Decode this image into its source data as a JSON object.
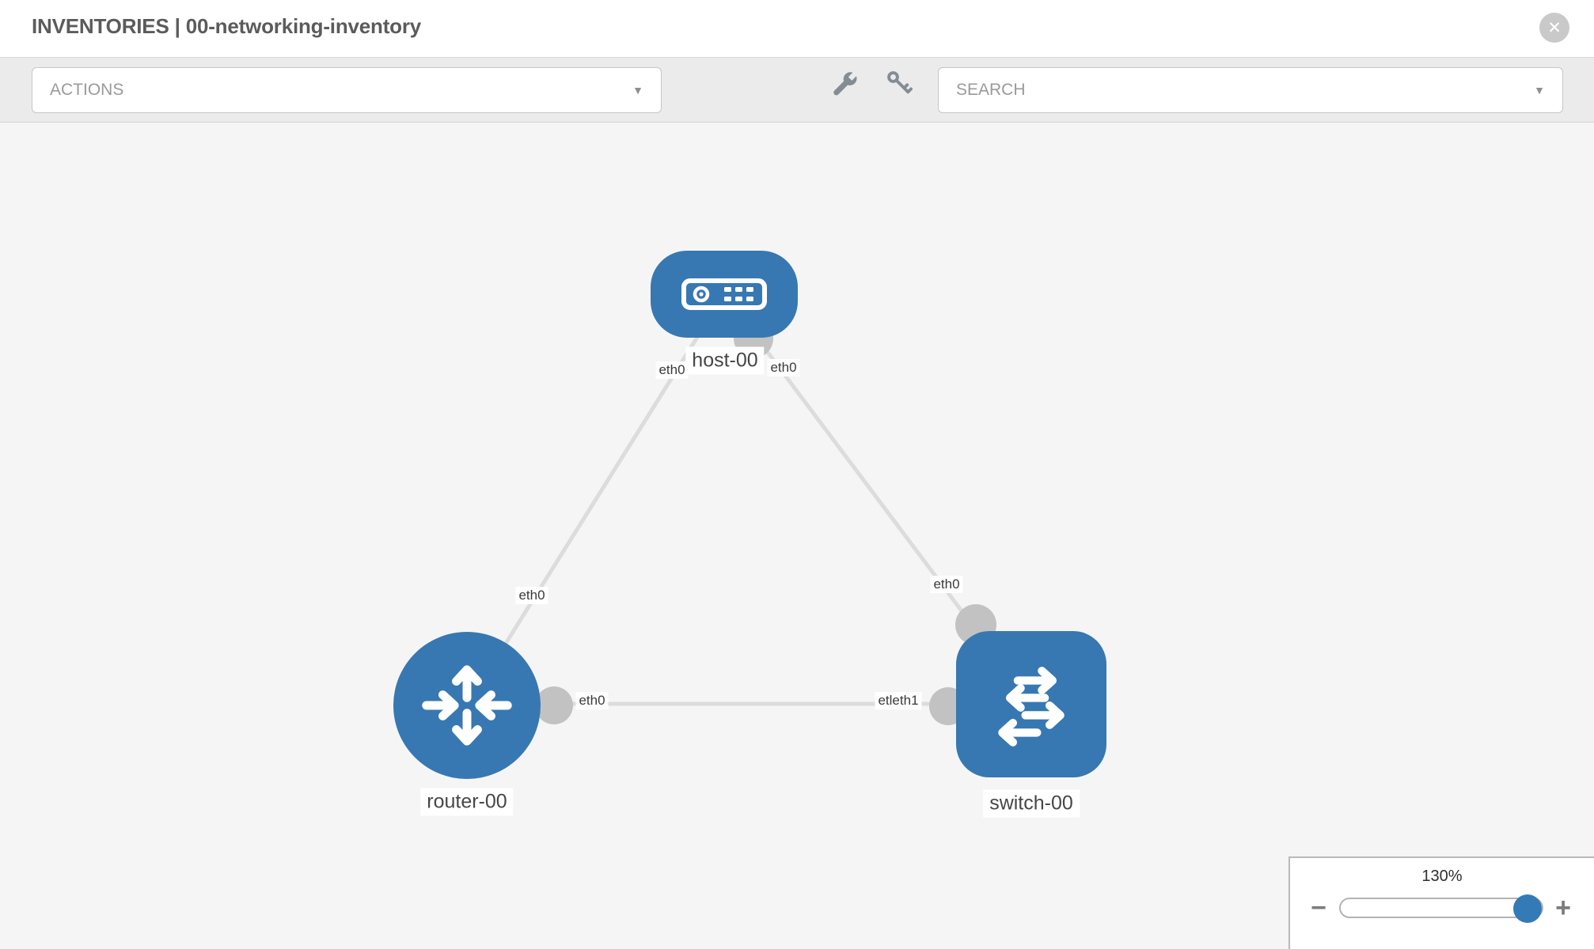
{
  "header": {
    "title": "INVENTORIES | 00-networking-inventory"
  },
  "toolbar": {
    "actions_label": "ACTIONS",
    "search_label": "SEARCH"
  },
  "icons": {
    "close": "✕",
    "caret_down": "▼",
    "zoom_out": "−",
    "zoom_in": "+"
  },
  "colors": {
    "node_fill": "#3778b2",
    "port_fill": "#c2c2c2",
    "link_stroke": "#dcdcdc",
    "slider_thumb": "#337ab7",
    "toolbar_bg": "#ebebeb",
    "canvas_bg": "#f5f5f5"
  },
  "topology": {
    "nodes": [
      {
        "label": "host-00",
        "type": "host"
      },
      {
        "label": "router-00",
        "type": "router"
      },
      {
        "label": "switch-00",
        "type": "switch"
      }
    ],
    "links": [
      {
        "from": "host-00",
        "to": "router-00"
      },
      {
        "from": "host-00",
        "to": "switch-00"
      },
      {
        "from": "router-00",
        "to": "switch-00"
      }
    ],
    "iface_labels": [
      {
        "text": "eth0",
        "link": "host-00 to router-00",
        "end": "host-00"
      },
      {
        "text": "eth0",
        "link": "host-00 to switch-00",
        "end": "host-00"
      },
      {
        "text": "eth0",
        "link": "host-00 to router-00",
        "end": "router-00"
      },
      {
        "text": "eth0",
        "link": "host-00 to switch-00",
        "end": "switch-00"
      },
      {
        "text": "eth0",
        "link": "router-00 to switch-00",
        "end": "router-00"
      },
      {
        "text": "etleth1",
        "link": "router-00 to switch-00",
        "end": "switch-00"
      }
    ]
  },
  "zoom_control": {
    "level": "130%"
  }
}
